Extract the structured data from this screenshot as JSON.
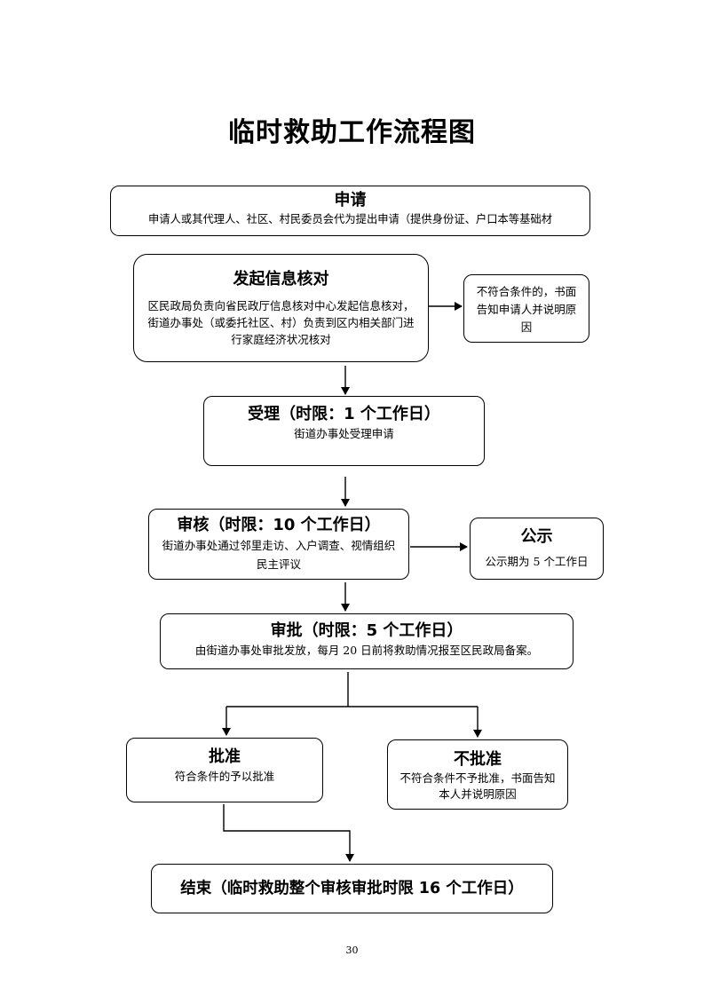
{
  "title": "临时救助工作流程图",
  "page_number": "30",
  "nodes": {
    "apply": {
      "title": "申请",
      "body": "申请人或其代理人、社区、村民委员会代为提出申请（提供身份证、户口本等基础材"
    },
    "verify": {
      "title": "发起信息核对",
      "body": "区民政局负责向省民政厅信息核对中心发起信息核对，街道办事处（或委托社区、村）负责到区内相关部门进行家庭经济状况核对"
    },
    "not_eligible": {
      "body": "不符合条件的，书面告知申请人并说明原因"
    },
    "accept": {
      "title": "受理（时限：1 个工作日）",
      "body": "街道办事处受理申请"
    },
    "review": {
      "title": "审核（时限：10 个工作日）",
      "body": "街道办事处通过邻里走访、入户调查、视情组织民主评议"
    },
    "publicize": {
      "title": "公示",
      "body": "公示期为 5 个工作日"
    },
    "approval": {
      "title": "审批（时限：5 个工作日）",
      "body": "由街道办事处审批发放，每月 20 日前将救助情况报至区民政局备案。"
    },
    "approved": {
      "title": "批准",
      "body": "符合条件的予以批准"
    },
    "rejected": {
      "title": "不批准",
      "body": "不符合条件不予批准，书面告知本人并说明原因"
    },
    "end": {
      "title": "结束（临时救助整个审核审批时限 16 个工作日）"
    }
  }
}
